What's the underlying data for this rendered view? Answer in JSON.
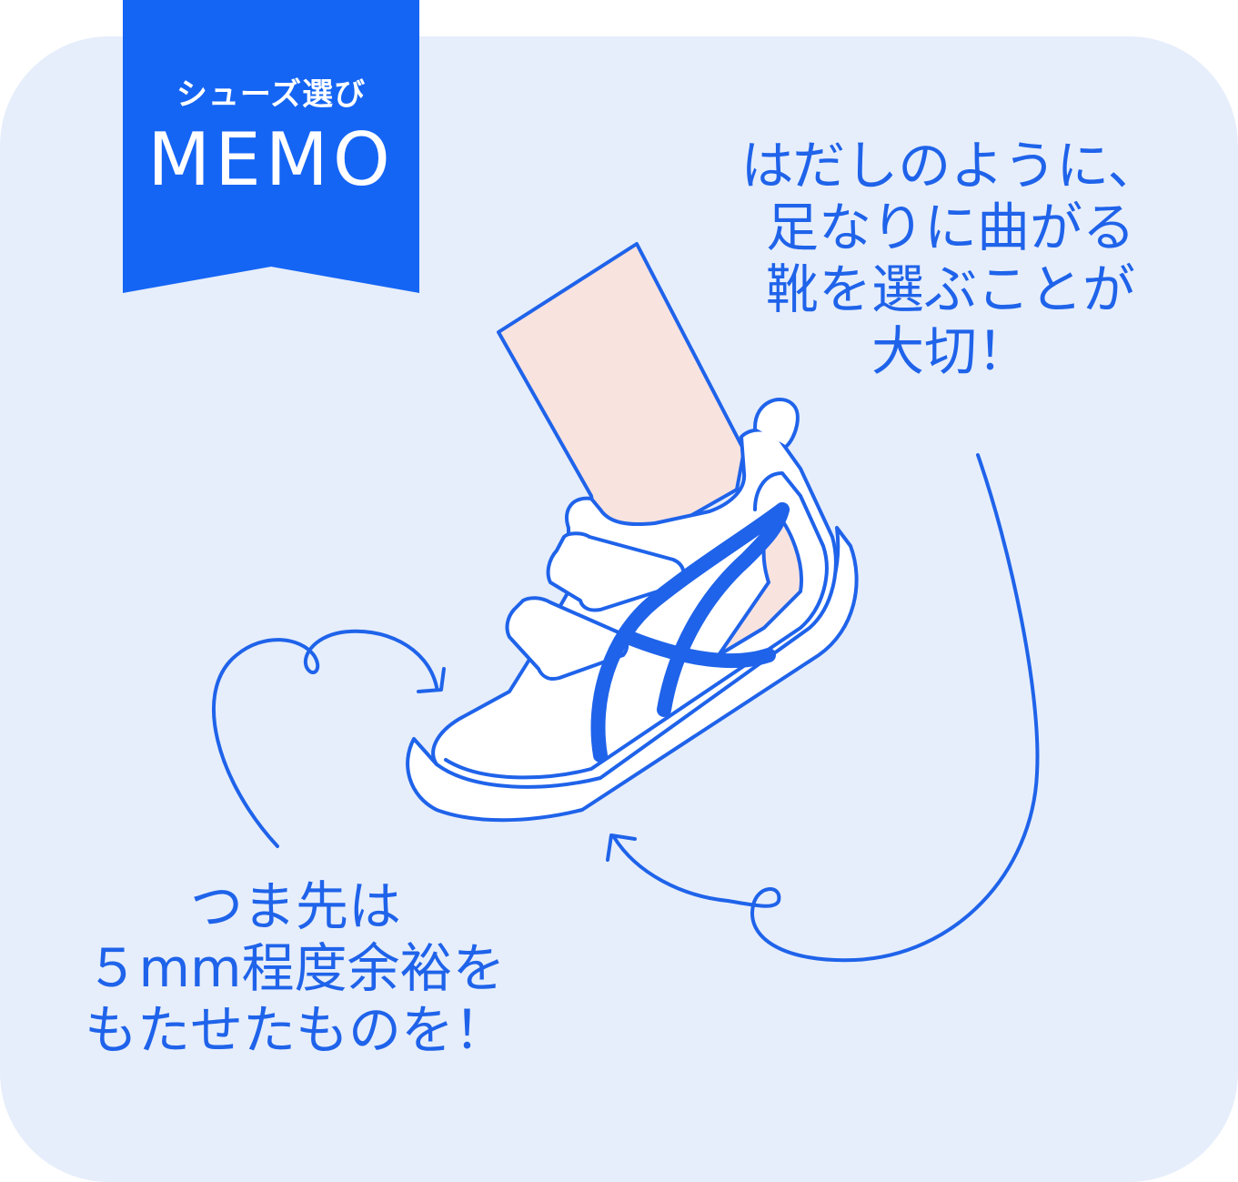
{
  "badge": {
    "subtitle": "シューズ選び",
    "title": "MEMO"
  },
  "notes": {
    "flex": [
      "はだしのように、",
      "足なりに曲がる",
      "靴を選ぶことが",
      "大切！"
    ],
    "toe": [
      "つま先は",
      "５mm程度余裕を",
      "もたせたものを！"
    ]
  },
  "colors": {
    "accent": "#1f63ea",
    "badge": "#1565f5",
    "background": "#e6eefb",
    "skin": "#f9e3df"
  }
}
